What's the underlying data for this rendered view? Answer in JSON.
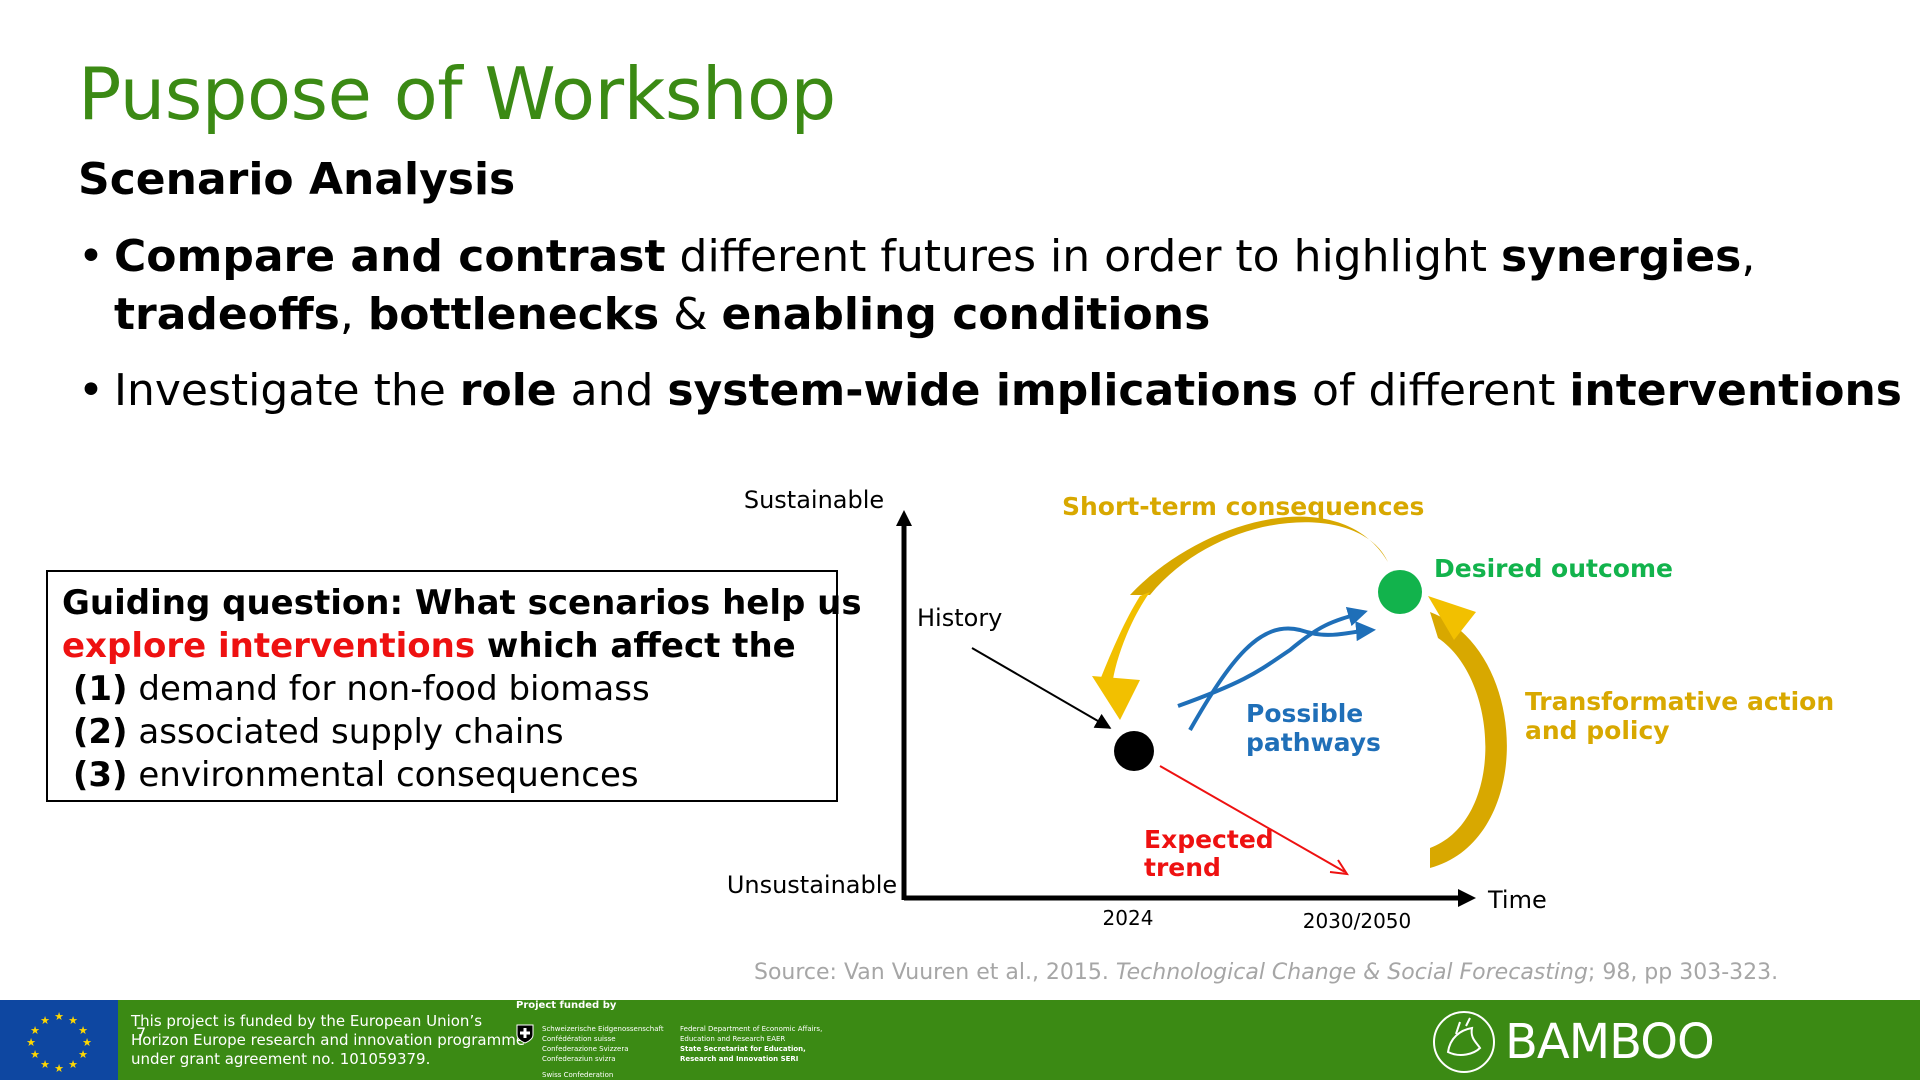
{
  "title": "Puspose of Workshop",
  "subtitle": "Scenario Analysis",
  "bullets": {
    "b1": {
      "bold1": "Compare and contrast",
      "plain1": " different futures in order to highlight ",
      "bold2": "synergies",
      "plain2": ",",
      "bold3": "tradeoffs",
      "plain3": ", ",
      "bold4": "bottlenecks",
      "plain4": " & ",
      "bold5": "enabling conditions"
    },
    "b2": {
      "plain1": "Investigate the ",
      "bold1": "role",
      "plain2": " and ",
      "bold2": "system-wide implications",
      "plain3": " of different ",
      "bold3": "interventions"
    }
  },
  "guide": {
    "lead": "Guiding question: What scenarios help us",
    "red": "explore interventions",
    "rest": " which affect the",
    "items": [
      {
        "num": "(1)",
        "text": " demand for non-food biomass"
      },
      {
        "num": "(2)",
        "text": " associated supply chains"
      },
      {
        "num": "(3)",
        "text": " environmental consequences"
      }
    ]
  },
  "diagram": {
    "y_top_label": "Sustainable",
    "y_bottom_label": "Unsustainable",
    "x_label": "Time",
    "x_ticks": [
      "2024",
      "2030/2050"
    ],
    "history": "History",
    "short_term": "Short-term consequences",
    "desired": "Desired outcome",
    "possible_l1": "Possible",
    "possible_l2": "pathways",
    "transform_l1": "Transformative action",
    "transform_l2": "and policy",
    "expected_l1": "Expected",
    "expected_l2": "trend",
    "colors": {
      "gold": "#d8a800",
      "green": "#12b34c",
      "blue": "#1f6fb8",
      "red": "#ee1111"
    }
  },
  "source": {
    "prefix": "Source: Van Vuuren et al., 2015. ",
    "journal": "Technological Change & Social Forecasting",
    "suffix": "; 98, pp 303-323."
  },
  "footer": {
    "page_number": "7",
    "eu_lines": [
      "This project is funded by the European Union’s",
      "Horizon Europe research and innovation programme",
      "under grant agreement no. 101059379."
    ],
    "swiss_heading": "Project funded by",
    "swiss_left": [
      "Schweizerische Eidgenossenschaft",
      "Confédération suisse",
      "Confederazione Svizzera",
      "Confederaziun svizra"
    ],
    "swiss_bottom": "Swiss Confederation",
    "swiss_right": [
      "Federal Department of Economic Affairs,",
      "Education and Research EAER"
    ],
    "swiss_right_bold": [
      "State Secretariat for Education,",
      "Research and Innovation SERI"
    ],
    "brand": "BAMBOO"
  }
}
